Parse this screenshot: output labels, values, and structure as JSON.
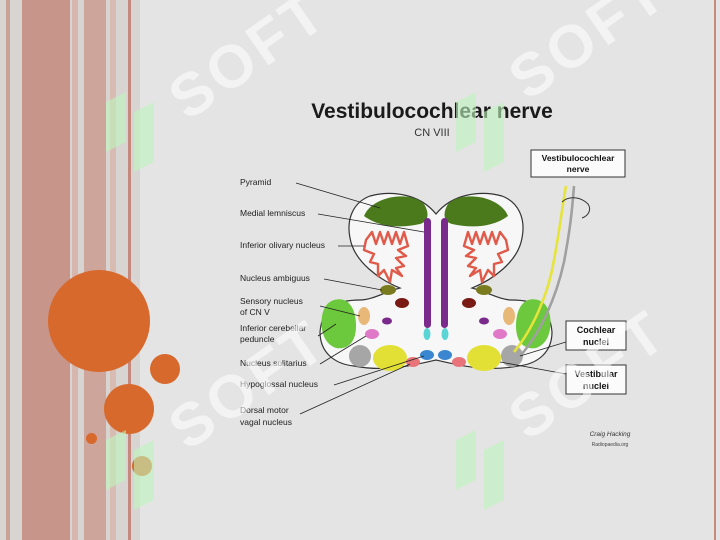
{
  "slide": {
    "title": "Vestibulocochlear nerve",
    "subtitle": "CN VIII",
    "watermark": "SOFT"
  },
  "labels": {
    "pyramid": "Pyramid",
    "medial_lemniscus": "Medial lemniscus",
    "inferior_olivary": "Inferior olivary nucleus",
    "nucleus_ambiguus": "Nucleus ambiguus",
    "sensory_nucleus_1": "Sensory nucleus",
    "sensory_nucleus_2": "of CN V",
    "icp_1": "Inferior cerebellar",
    "icp_2": "peduncle",
    "solitarius": "Nucleus solitarius",
    "hypoglossal": "Hypoglossal nucleus",
    "dorsal_motor_1": "Dorsal motor",
    "dorsal_motor_2": "vagal nucleus"
  },
  "boxes": {
    "nerve_1": "Vestibulocochlear",
    "nerve_2": "nerve",
    "cochlear_1": "Cochlear",
    "cochlear_2": "nuclei",
    "vestibular_1": "Vestibular",
    "vestibular_2": "nuclei"
  },
  "credit": {
    "name": "Craig Hacking",
    "site": "Radiopaedia.org"
  },
  "colors": {
    "accent_orange": "#d8692c",
    "pyramid_green": "#4a7a1c",
    "icp_green": "#6cc83c",
    "lemniscus_purple": "#7a2a8a",
    "olive_red": "#e05a4a",
    "cochlear_yellow": "#e6e43a",
    "vestibular_yellow": "#dede30"
  }
}
